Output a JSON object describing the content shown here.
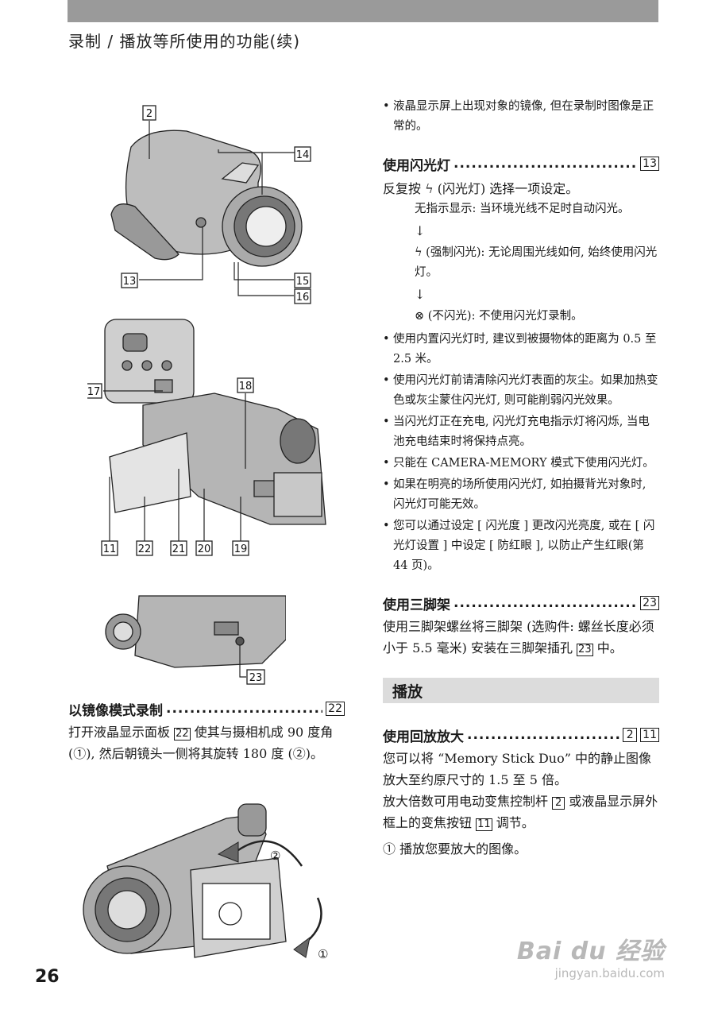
{
  "header": {
    "section_title": "录制 / 播放等所使用的功能(续)",
    "page_number": "26"
  },
  "figure_labels": {
    "fig1": [
      "2",
      "14",
      "13",
      "15",
      "16"
    ],
    "fig2": [
      "17",
      "18",
      "11",
      "22",
      "21",
      "20",
      "19"
    ],
    "fig3": [
      "23"
    ],
    "fig4": [
      "②",
      "①"
    ]
  },
  "right_col": {
    "intro_bullet": "液晶显示屏上出现对象的镜像, 但在录制时图像是正常的。",
    "flash": {
      "title": "使用闪光灯",
      "num": "13",
      "lead": "反复按 ϟ (闪光灯) 选择一项设定。",
      "opt_none": "无指示显示: 当环境光线不足时自动闪光。",
      "arrow": "↓",
      "opt_forced": "ϟ (强制闪光): 无论周围光线如何, 始终使用闪光灯。",
      "opt_off": "⊗ (不闪光): 不使用闪光灯录制。",
      "bullets": [
        "使用内置闪光灯时, 建议到被摄物体的距离为 0.5 至 2.5 米。",
        "使用闪光灯前请清除闪光灯表面的灰尘。如果加热变色或灰尘蒙住闪光灯, 则可能削弱闪光效果。",
        "当闪光灯正在充电, 闪光灯充电指示灯将闪烁, 当电池充电结束时将保持点亮。",
        "只能在 CAMERA-MEMORY 模式下使用闪光灯。",
        "如果在明亮的场所使用闪光灯, 如拍摄背光对象时, 闪光灯可能无效。",
        "您可以通过设定 [ 闪光度 ] 更改闪光亮度, 或在 [ 闪光灯设置 ] 中设定 [ 防红眼 ], 以防止产生红眼(第 44 页)。"
      ]
    },
    "tripod": {
      "title": "使用三脚架",
      "num": "23",
      "text_a": "使用三脚架螺丝将三脚架 (选购件: 螺丝长度必须小于 5.5 毫米) 安装在三脚架插孔",
      "text_num": "23",
      "text_b": "中。"
    },
    "playback": {
      "bar": "播放",
      "zoom_title": "使用回放放大",
      "zoom_num1": "2",
      "zoom_num2": "11",
      "zoom_text1": "您可以将 “Memory Stick Duo” 中的静止图像放大至约原尺寸的 1.5 至 5 倍。",
      "zoom_text2a": "放大倍数可用电动变焦控制杆",
      "zoom_text2_num1": "2",
      "zoom_text2b": "或液晶显示屏外框上的变焦按钮",
      "zoom_text2_num2": "11",
      "zoom_text2c": "调节。",
      "step1": "① 播放您要放大的图像。"
    }
  },
  "left_col": {
    "mirror": {
      "title": "以镜像模式录制",
      "num": "22",
      "text_a": "打开液晶显示面板",
      "text_num": "22",
      "text_b": "使其与摄相机成 90 度角 (①), 然后朝镜头一侧将其旋转 180 度 (②)。"
    }
  },
  "watermark": {
    "logo": "Bai du 经验",
    "url": "jingyan.baidu.com"
  }
}
